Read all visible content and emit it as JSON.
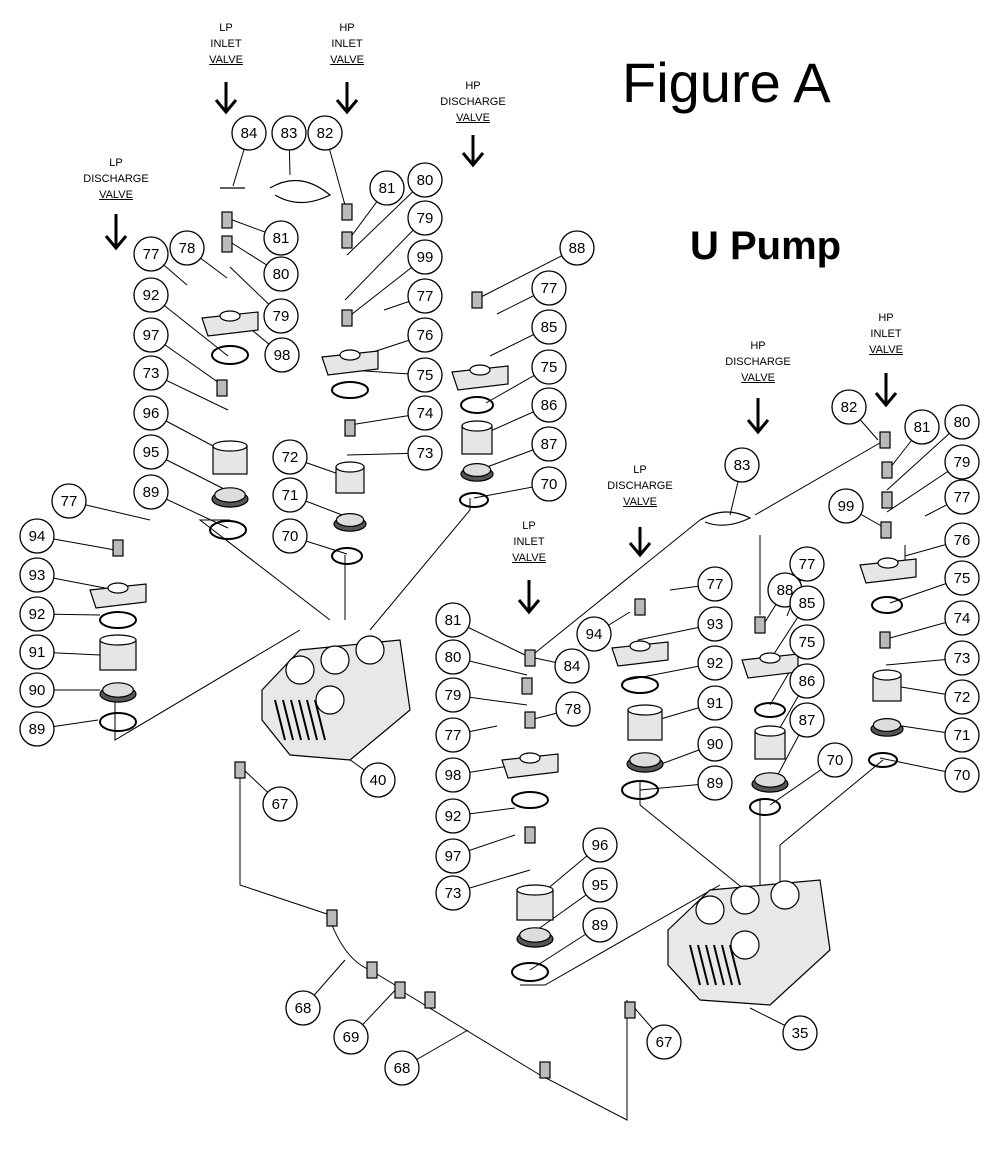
{
  "figure_title": "Figure A",
  "pump_title": "U Pump",
  "valve_labels": [
    {
      "lines": [
        "LP",
        "INLET",
        "VALVE"
      ]
    },
    {
      "lines": [
        "HP",
        "INLET",
        "VALVE"
      ]
    },
    {
      "lines": [
        "HP",
        "DISCHARGE",
        "VALVE"
      ]
    },
    {
      "lines": [
        "LP",
        "DISCHARGE",
        "VALVE"
      ]
    },
    {
      "lines": [
        "HP",
        "DISCHARGE",
        "VALVE"
      ]
    },
    {
      "lines": [
        "HP",
        "INLET",
        "VALVE"
      ]
    },
    {
      "lines": [
        "LP",
        "DISCHARGE",
        "VALVE"
      ]
    },
    {
      "lines": [
        "LP",
        "INLET",
        "VALVE"
      ]
    }
  ],
  "callouts": [
    "84",
    "83",
    "82",
    "81",
    "80",
    "81",
    "79",
    "80",
    "77",
    "78",
    "79",
    "98",
    "92",
    "97",
    "99",
    "77",
    "76",
    "75",
    "74",
    "73",
    "73",
    "96",
    "72",
    "95",
    "71",
    "89",
    "70",
    "88",
    "77",
    "85",
    "75",
    "86",
    "87",
    "70",
    "77",
    "94",
    "93",
    "92",
    "91",
    "90",
    "89",
    "40",
    "67",
    "68",
    "69",
    "68",
    "81",
    "80",
    "79",
    "78",
    "77",
    "98",
    "92",
    "97",
    "73",
    "96",
    "95",
    "89",
    "84",
    "83",
    "77",
    "94",
    "93",
    "92",
    "91",
    "90",
    "89",
    "88",
    "77",
    "85",
    "75",
    "86",
    "87",
    "70",
    "82",
    "81",
    "80",
    "79",
    "77",
    "99",
    "76",
    "75",
    "74",
    "73",
    "72",
    "71",
    "70",
    "67",
    "35"
  ],
  "colors": {
    "ink": "#000000",
    "background": "#ffffff",
    "part_fill": "#e6e6e6"
  }
}
